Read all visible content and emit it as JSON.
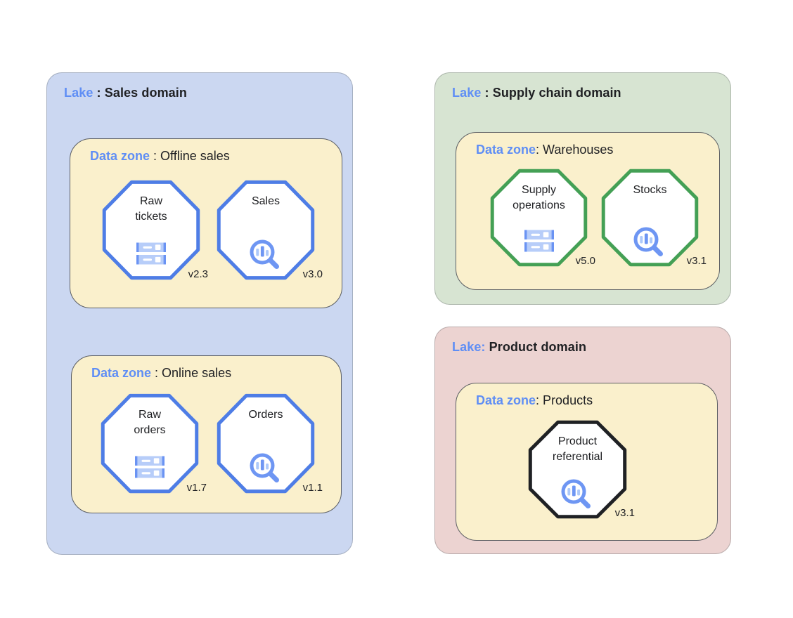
{
  "diagram": {
    "type": "data-lake-architecture",
    "colors": {
      "lake_sales_bg": "#cbd7f1",
      "lake_supply_bg": "#d7e4d2",
      "lake_product_bg": "#ecd3d1",
      "data_zone_bg": "#faf0cc",
      "data_zone_border": "#5b5e63",
      "accent_blue_label": "#5f8ef5",
      "octagon_blue_border": "#4e7de6",
      "octagon_green_border": "#44a055",
      "octagon_black_border": "#1f2124",
      "icon_blue": "#6e96f3",
      "icon_light_blue": "#adc9fa",
      "text": "#202124"
    }
  },
  "lakes": [
    {
      "header": {
        "prefix": "Lake",
        "separator": " : ",
        "title": "Sales domain"
      },
      "zones": [
        {
          "header": {
            "prefix": "Data zone",
            "separator": " : ",
            "title": "Offline sales"
          },
          "nodes": [
            {
              "label": [
                "Raw",
                "tickets"
              ],
              "version": "v2.3",
              "icon": "storage-server-icon"
            },
            {
              "label": "Sales",
              "version": "v3.0",
              "icon": "search-analytics-icon"
            }
          ]
        },
        {
          "header": {
            "prefix": "Data zone",
            "separator": " : ",
            "title": "Online sales"
          },
          "nodes": [
            {
              "label": [
                "Raw",
                "orders"
              ],
              "version": "v1.7",
              "icon": "storage-server-icon"
            },
            {
              "label": "Orders",
              "version": "v1.1",
              "icon": "search-analytics-icon"
            }
          ]
        }
      ]
    },
    {
      "header": {
        "prefix": "Lake",
        "separator": " : ",
        "title": "Supply chain domain"
      },
      "zones": [
        {
          "header": {
            "prefix": "Data zone",
            "separator": ": ",
            "title": "Warehouses"
          },
          "nodes": [
            {
              "label": [
                "Supply",
                "operations"
              ],
              "version": "v5.0",
              "icon": "storage-server-icon"
            },
            {
              "label": "Stocks",
              "version": "v3.1",
              "icon": "search-analytics-icon"
            }
          ]
        }
      ]
    },
    {
      "header": {
        "prefix": "Lake:",
        "separator": " ",
        "title": "Product domain"
      },
      "zones": [
        {
          "header": {
            "prefix": "Data zone",
            "separator": ": ",
            "title": "Products"
          },
          "nodes": [
            {
              "label": [
                "Product",
                "referential"
              ],
              "version": "v3.1",
              "icon": "search-analytics-icon"
            }
          ]
        }
      ]
    }
  ]
}
